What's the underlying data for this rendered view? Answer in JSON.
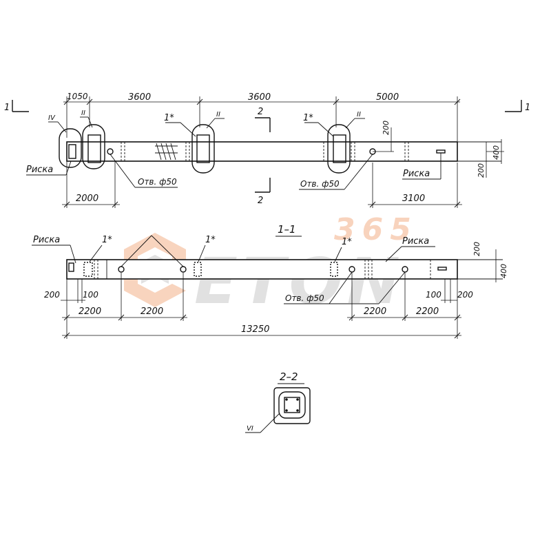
{
  "watermark": {
    "number": "365",
    "word": "ETON",
    "accent_color": "#f0a070",
    "gray_color": "#bdbdbd"
  },
  "plan": {
    "section_mark_left": "1",
    "section_mark_right": "1",
    "section_mark_2_top": "2",
    "section_mark_2_bottom": "2",
    "dims_top": [
      "1050",
      "3600",
      "3600",
      "5000"
    ],
    "dim_left_bottom": "2000",
    "dim_right_bottom": "3100",
    "dim_right_400": "400",
    "dim_right_200": "200",
    "dim_200_vertical": "200",
    "label_risk_left": "Риска",
    "label_risk_right": "Риска",
    "hole_label_left": "Отв. ф50",
    "hole_label_right": "Отв. ф50",
    "marker_1a": "1*",
    "marker_1b": "1*",
    "node_IV": "IV",
    "node_II_a": "II",
    "node_II_b": "II",
    "node_II_c": "II"
  },
  "section_1_1": {
    "title": "1–1",
    "label_risk_left": "Риска",
    "label_risk_right": "Риска",
    "marker_1a": "1*",
    "marker_1b": "1*",
    "marker_1c": "1*",
    "hole_label": "Отв. ф50",
    "dim_200_left": "200",
    "dim_100_left": "100",
    "dim_2200_a": "2200",
    "dim_2200_b": "2200",
    "dim_2200_c": "2200",
    "dim_2200_d": "2200",
    "dim_100_right": "100",
    "dim_200_right": "200",
    "dim_total": "13250",
    "dim_right_200": "200",
    "dim_right_400": "400"
  },
  "section_2_2": {
    "title": "2–2",
    "node_VI": "VI"
  }
}
